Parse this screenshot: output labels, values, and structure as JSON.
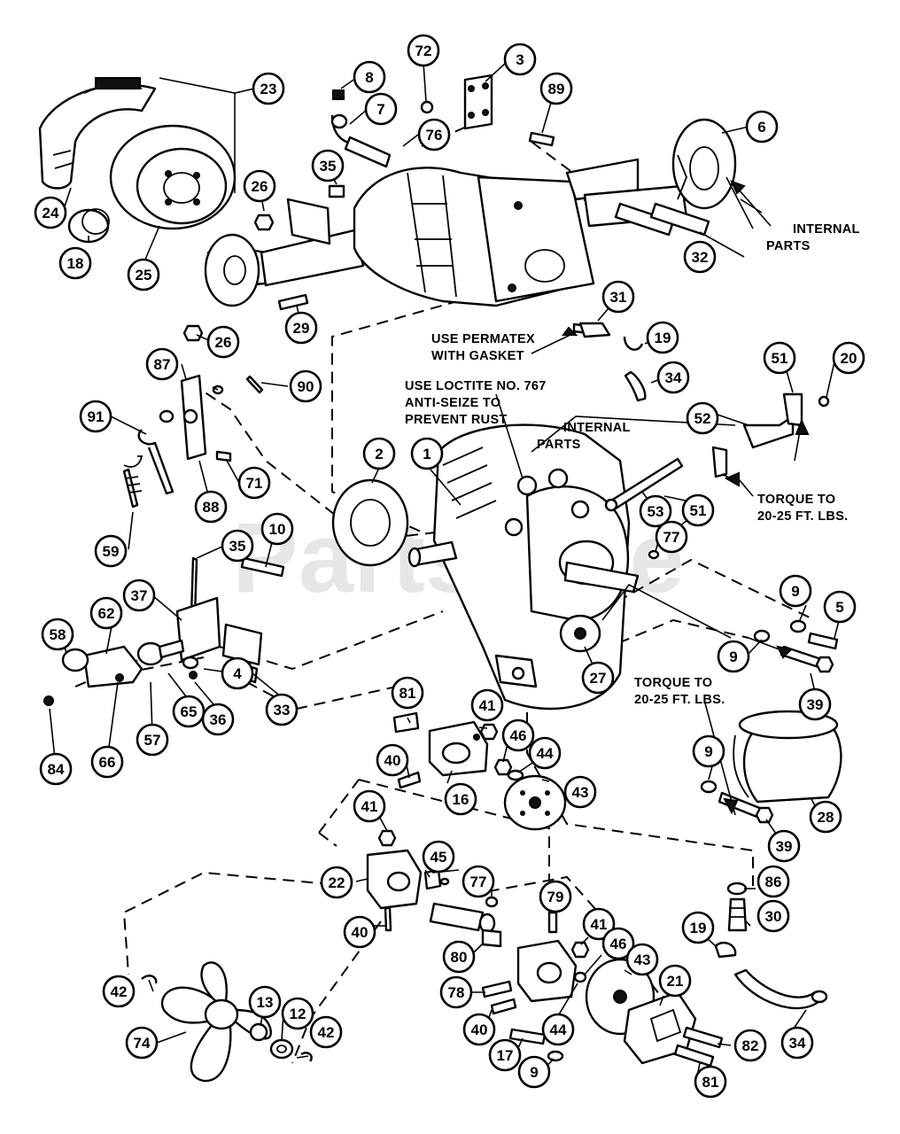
{
  "watermark": "PartsTree",
  "notes": {
    "internal_parts_top_line1": "INTERNAL",
    "internal_parts_top_line2": "PARTS",
    "permatex_line1": "USE PERMATEX",
    "permatex_line2": "WITH GASKET",
    "loctite_line1": "USE LOCTITE NO. 767",
    "loctite_line2": "ANTI-SEIZE TO",
    "loctite_line3": "PREVENT RUST",
    "internal_parts_mid_line1": "INTERNAL",
    "internal_parts_mid_line2": "PARTS",
    "torque_right_line1": "TORQUE TO",
    "torque_right_line2": "20-25 FT. LBS.",
    "torque_lower_line1": "TORQUE TO",
    "torque_lower_line2": "20-25 FT. LBS."
  },
  "callouts": [
    "1",
    "2",
    "3",
    "4",
    "5",
    "6",
    "7",
    "8",
    "9",
    "9",
    "9",
    "9",
    "10",
    "12",
    "13",
    "16",
    "17",
    "18",
    "19",
    "19",
    "20",
    "21",
    "22",
    "23",
    "24",
    "25",
    "26",
    "26",
    "27",
    "28",
    "29",
    "30",
    "31",
    "32",
    "33",
    "34",
    "34",
    "35",
    "35",
    "36",
    "37",
    "39",
    "39",
    "40",
    "40",
    "40",
    "40",
    "41",
    "41",
    "41",
    "41",
    "42",
    "42",
    "43",
    "43",
    "44",
    "44",
    "45",
    "46",
    "46",
    "51",
    "51",
    "52",
    "53",
    "57",
    "58",
    "59",
    "62",
    "65",
    "66",
    "71",
    "72",
    "74",
    "76",
    "77",
    "77",
    "78",
    "79",
    "80",
    "81",
    "81",
    "82",
    "84",
    "86",
    "87",
    "88",
    "89",
    "90",
    "91"
  ]
}
